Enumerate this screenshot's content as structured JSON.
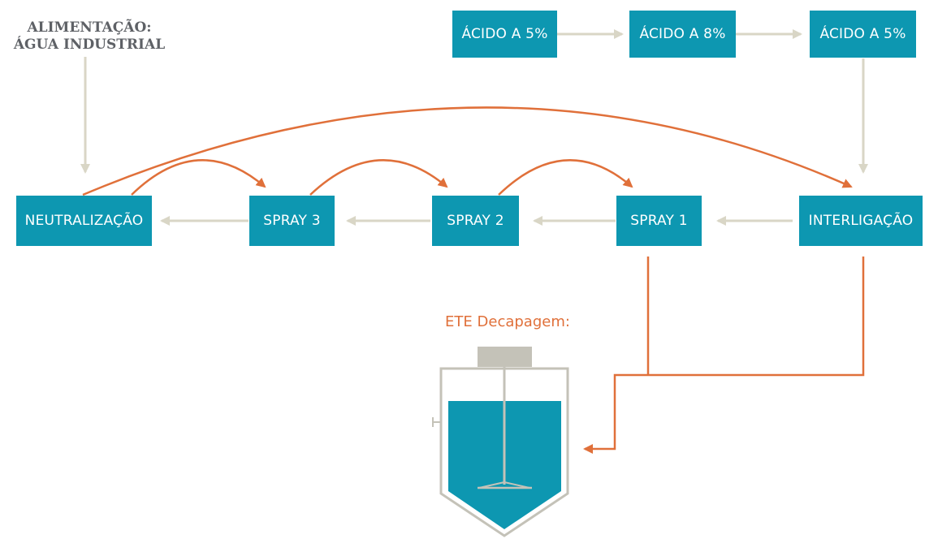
{
  "feed": {
    "line1": "ALIMENTAÇÃO:",
    "line2": "ÁGUA INDUSTRIAL"
  },
  "acid_tanks": [
    {
      "label": "ÁCIDO A 5%"
    },
    {
      "label": "ÁCIDO A 8%"
    },
    {
      "label": "ÁCIDO A 5%"
    }
  ],
  "process_tanks": [
    {
      "label": "NEUTRALIZAÇÃO"
    },
    {
      "label": "SPRAY 3"
    },
    {
      "label": "SPRAY 2"
    },
    {
      "label": "SPRAY 1"
    },
    {
      "label": "INTERLIGAÇÃO"
    }
  ],
  "treatment": {
    "label": "ETE Decapagem:"
  },
  "colors": {
    "box": "#0d97b1",
    "water_flow": "#d9d6c6",
    "return_flow": "#e0703a",
    "vessel": "#c4c2b8",
    "label_text": "#5e6166"
  }
}
